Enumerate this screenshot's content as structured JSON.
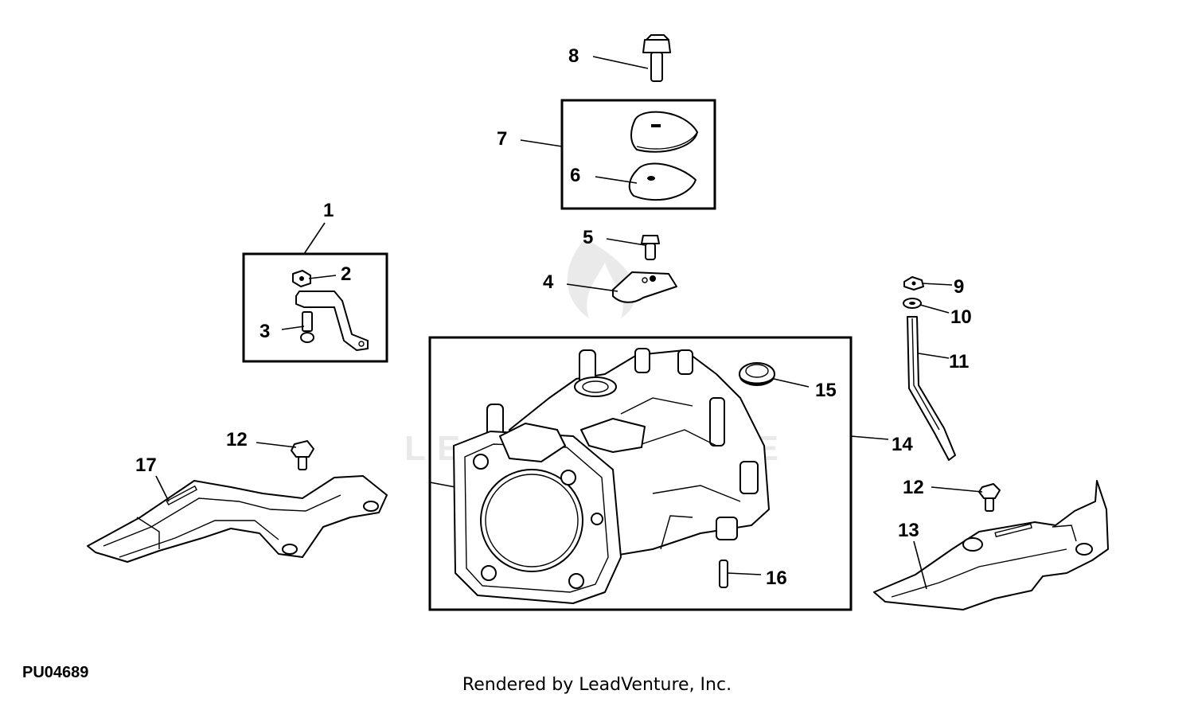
{
  "diagram_id": "PU04689",
  "credit": "Rendered by LeadVenture, Inc.",
  "watermark_text": "LEADVENTURE",
  "callouts": {
    "c1": "1",
    "c2": "2",
    "c3": "3",
    "c4": "4",
    "c5": "5",
    "c6": "6",
    "c7": "7",
    "c8": "8",
    "c9": "9",
    "c10": "10",
    "c11": "11",
    "c12a": "12",
    "c12b": "12",
    "c13": "13",
    "c14": "14",
    "c15": "15",
    "c16": "16",
    "c17": "17"
  }
}
